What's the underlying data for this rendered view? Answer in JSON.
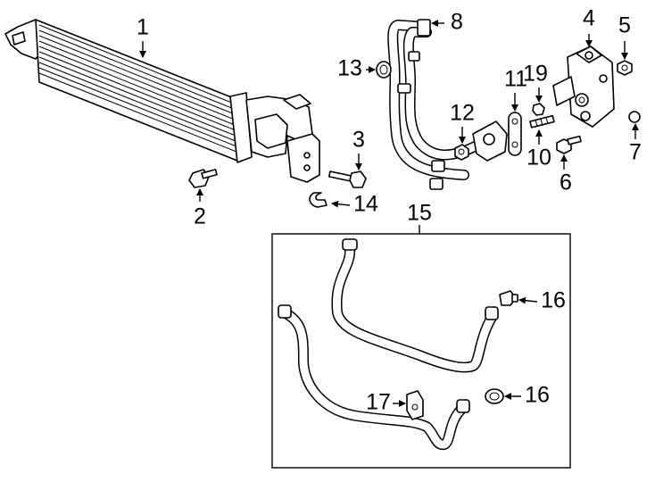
{
  "callouts": {
    "c1": "1",
    "c2": "2",
    "c3": "3",
    "c4": "4",
    "c5": "5",
    "c6": "6",
    "c7": "7",
    "c8": "8",
    "c10": "10",
    "c11": "11",
    "c12": "12",
    "c13": "13",
    "c14": "14",
    "c15": "15",
    "c16a": "16",
    "c16b": "16",
    "c17": "17",
    "c19": "19"
  },
  "colors": {
    "line": "#000000",
    "background": "#ffffff"
  }
}
